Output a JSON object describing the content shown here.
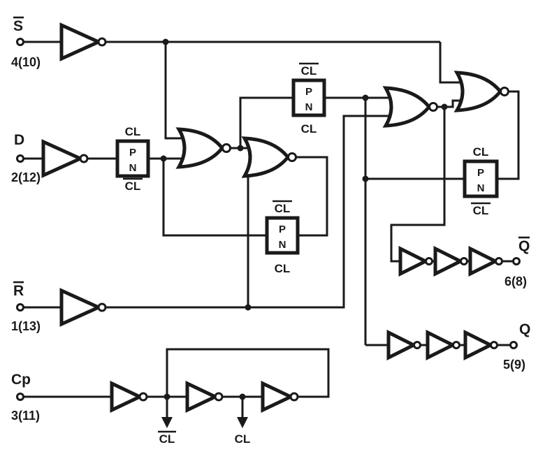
{
  "colors": {
    "ink": "#1a1a1a",
    "paper": "#ffffff"
  },
  "diagram": {
    "inputs": {
      "set": {
        "letter": "S",
        "overline": true,
        "pin": "4(10)"
      },
      "data": {
        "letter": "D",
        "overline": false,
        "pin": "2(12)"
      },
      "reset": {
        "letter": "R",
        "overline": true,
        "pin": "1(13)"
      },
      "clock": {
        "letter": "Cp",
        "overline": false,
        "pin": "3(11)"
      }
    },
    "outputs": {
      "qbar": {
        "letter": "Q",
        "overline": true,
        "pin": "6(8)"
      },
      "q": {
        "letter": "Q",
        "overline": false,
        "pin": "5(9)"
      }
    },
    "transmission_gates": {
      "tg_data": {
        "p": "P",
        "n": "N",
        "above": "CL",
        "above_overline": false,
        "below": "CL",
        "below_overline": true
      },
      "tg_master_to_slave": {
        "p": "P",
        "n": "N",
        "above": "CL",
        "above_overline": true,
        "below": "CL",
        "below_overline": false
      },
      "tg_master_feedback": {
        "p": "P",
        "n": "N",
        "above": "CL",
        "above_overline": true,
        "below": "CL",
        "below_overline": false
      },
      "tg_slave_feedback": {
        "p": "P",
        "n": "N",
        "above": "CL",
        "above_overline": false,
        "below": "CL",
        "below_overline": true
      }
    },
    "clock_taps": {
      "clbar": {
        "label": "CL",
        "overline": true
      },
      "cl": {
        "label": "CL",
        "overline": false
      }
    }
  }
}
